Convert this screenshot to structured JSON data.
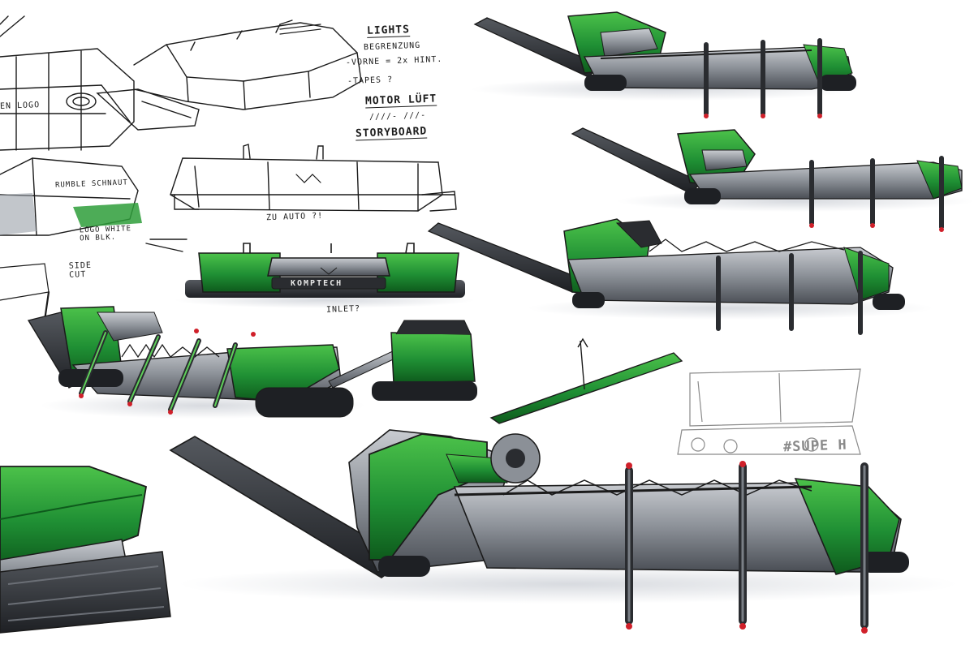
{
  "notes": {
    "lights": "LIGHTS",
    "begrenzung": "BEGRENZUNG",
    "vorne": "-VORNE = 2x HINT.",
    "tapes": "-TAPES ?",
    "motorluft": "MOTOR LÜFT",
    "motorluft_marks": "////- ///-",
    "storyboard": "STORYBOARD",
    "zu_auto": "ZU AUTO ?!",
    "side_cut": "SIDE CUT",
    "inlet": "INLET?",
    "logo_left": "EN LOGO",
    "logo_white": "LOGO WHITE ON BLK.",
    "rumble": "RUMBLE SCHNAUT",
    "supe": "#SUPE H"
  },
  "brand": "KOMPTECH",
  "colors": {
    "green": "#1f8f34",
    "green_dark": "#12621f",
    "green_light": "#5fd05a",
    "grey": "#8b9097",
    "grey_dark": "#3a3d42",
    "ink": "#1b1b1b",
    "tip_red": "#d0202a"
  }
}
